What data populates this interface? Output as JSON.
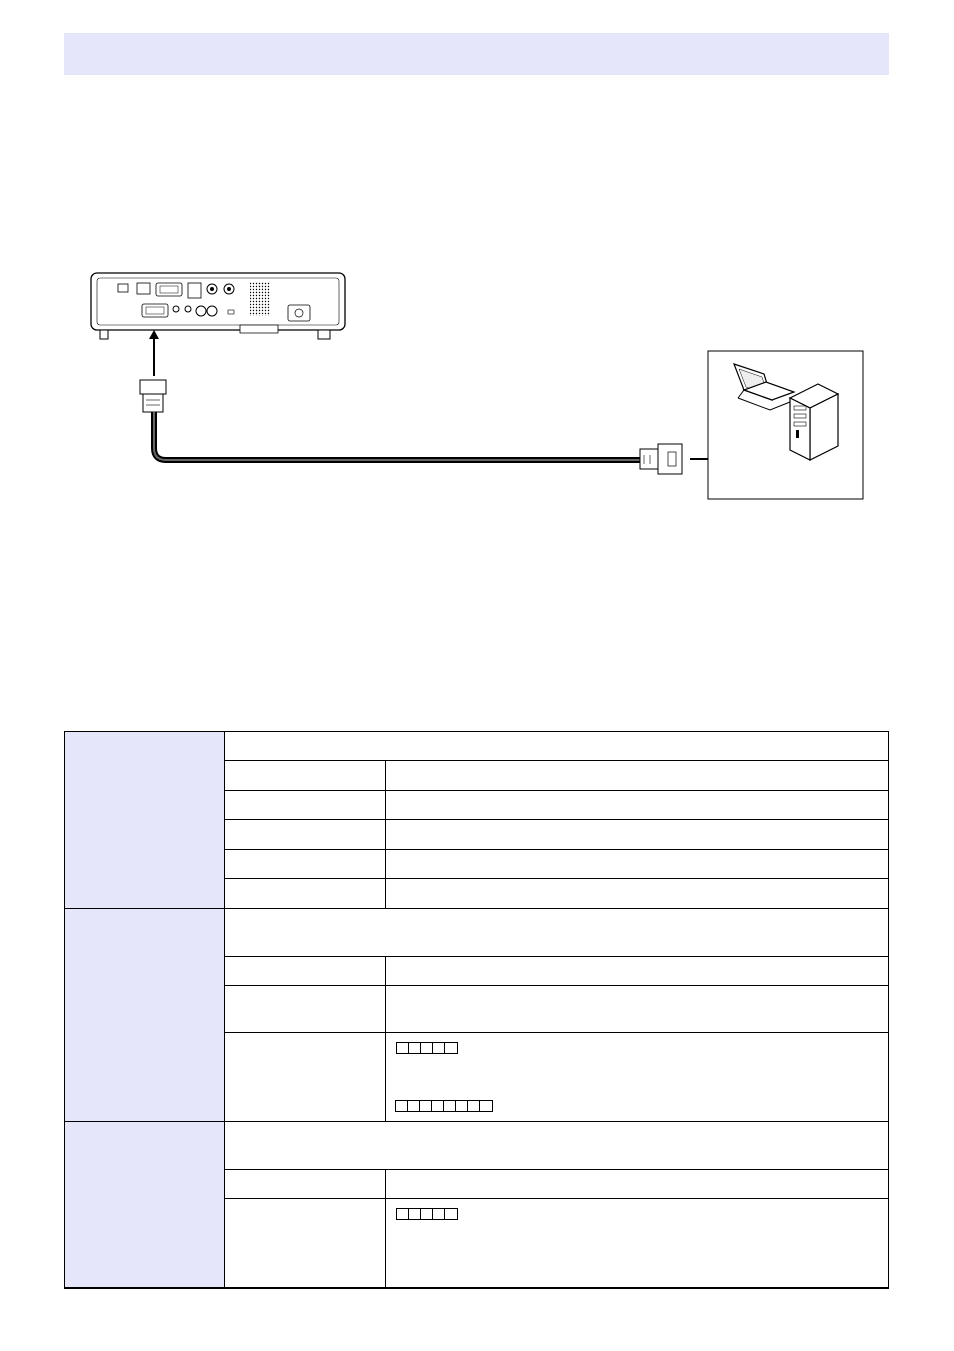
{
  "colors": {
    "header_band": "#e6e6fa",
    "category_cell": "#e6e6fa",
    "rule": "#000000"
  },
  "icons": [
    "projector-rear-panel-icon",
    "serial-cable-icon",
    "laptop-icon",
    "desktop-tower-icon",
    "connection-arrow-icon"
  ],
  "table": {
    "sections": [
      {
        "rows": 5
      },
      {
        "rows": 3,
        "key_box_groups": [
          5,
          8
        ]
      },
      {
        "rows": 2,
        "key_box_groups": [
          5
        ]
      }
    ]
  }
}
